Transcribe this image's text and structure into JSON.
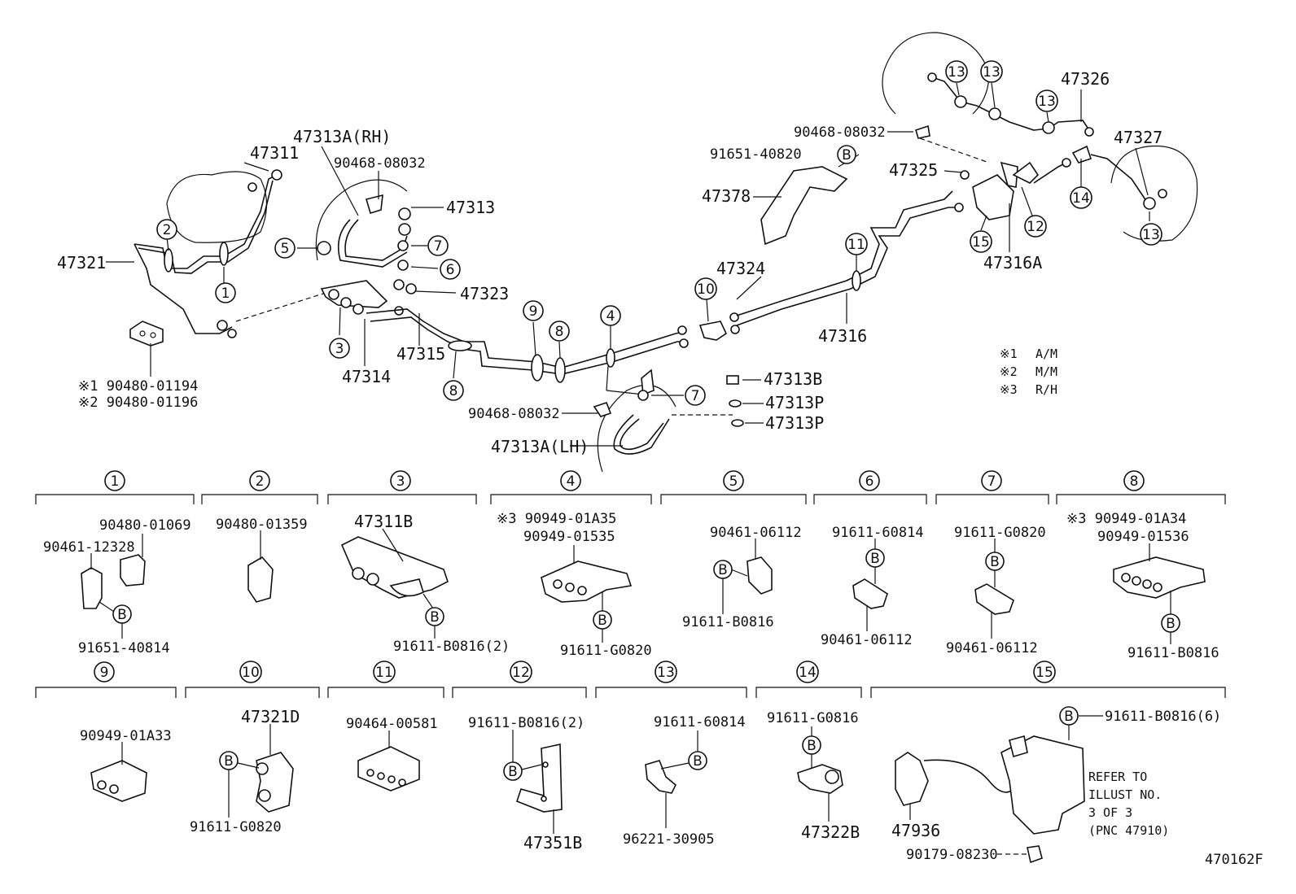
{
  "diagram_code": "470162F",
  "notes": [
    {
      "mark": "※1",
      "text": "A/M"
    },
    {
      "mark": "※2",
      "text": "M/M"
    },
    {
      "mark": "※3",
      "text": "R/H"
    }
  ],
  "main_labels": {
    "p47311": "47311",
    "p47321": "47321",
    "p47313a_rh": "47313A(RH)",
    "p90468_top": "90468-08032",
    "p47313": "47313",
    "p47323": "47323",
    "p47315": "47315",
    "p47314": "47314",
    "p90480_a": "※1 90480-01194",
    "p90480_b": "※2 90480-01196",
    "p90468_mid": "90468-08032",
    "p47313a_lh": "47313A(LH)",
    "p47313b": "47313B",
    "p47313p_1": "47313P",
    "p47313p_2": "47313P",
    "p91651": "91651-40820",
    "p47378": "47378",
    "p90468_right": "90468-08032",
    "p47324": "47324",
    "p47316": "47316",
    "p47325": "47325",
    "p47316a": "47316A",
    "p47326": "47326",
    "p47327": "47327"
  },
  "callouts": {
    "c1": "1",
    "c2": "2",
    "c3": "3",
    "c4": "4",
    "c5": "5",
    "c6": "6",
    "c7a": "7",
    "c7b": "7",
    "c8a": "8",
    "c8b": "8",
    "c9": "9",
    "c10": "10",
    "c11": "11",
    "c12": "12",
    "c13a": "13",
    "c13b": "13",
    "c13c": "13",
    "c13d": "13",
    "c14": "14",
    "c15": "15"
  },
  "bolt_marker": "B",
  "detail_boxes": [
    {
      "num": "1",
      "parts": [
        "90480-01069",
        "90461-12328",
        "91651-40814"
      ]
    },
    {
      "num": "2",
      "parts": [
        "90480-01359"
      ]
    },
    {
      "num": "3",
      "parts": [
        "47311B",
        "91611-B0816(2)"
      ]
    },
    {
      "num": "4",
      "parts": [
        "※3 90949-01A35",
        "90949-01535",
        "91611-G0820"
      ]
    },
    {
      "num": "5",
      "parts": [
        "90461-06112",
        "91611-B0816"
      ]
    },
    {
      "num": "6",
      "parts": [
        "91611-60814",
        "90461-06112"
      ]
    },
    {
      "num": "7",
      "parts": [
        "91611-G0820",
        "90461-06112"
      ]
    },
    {
      "num": "8",
      "parts": [
        "※3 90949-01A34",
        "90949-01536",
        "91611-B0816"
      ]
    },
    {
      "num": "9",
      "parts": [
        "90949-01A33"
      ]
    },
    {
      "num": "10",
      "parts": [
        "47321D",
        "91611-G0820"
      ]
    },
    {
      "num": "11",
      "parts": [
        "90464-00581"
      ]
    },
    {
      "num": "12",
      "parts": [
        "91611-B0816(2)",
        "47351B"
      ]
    },
    {
      "num": "13",
      "parts": [
        "91611-60814",
        "96221-30905"
      ]
    },
    {
      "num": "14",
      "parts": [
        "91611-G0816",
        "47322B"
      ]
    },
    {
      "num": "15",
      "parts": [
        "91611-B0816(6)",
        "47936",
        "90179-08230"
      ]
    }
  ],
  "refer_note": [
    "REFER TO",
    "ILLUST NO.",
    "3 OF 3",
    "(PNC 47910)"
  ]
}
